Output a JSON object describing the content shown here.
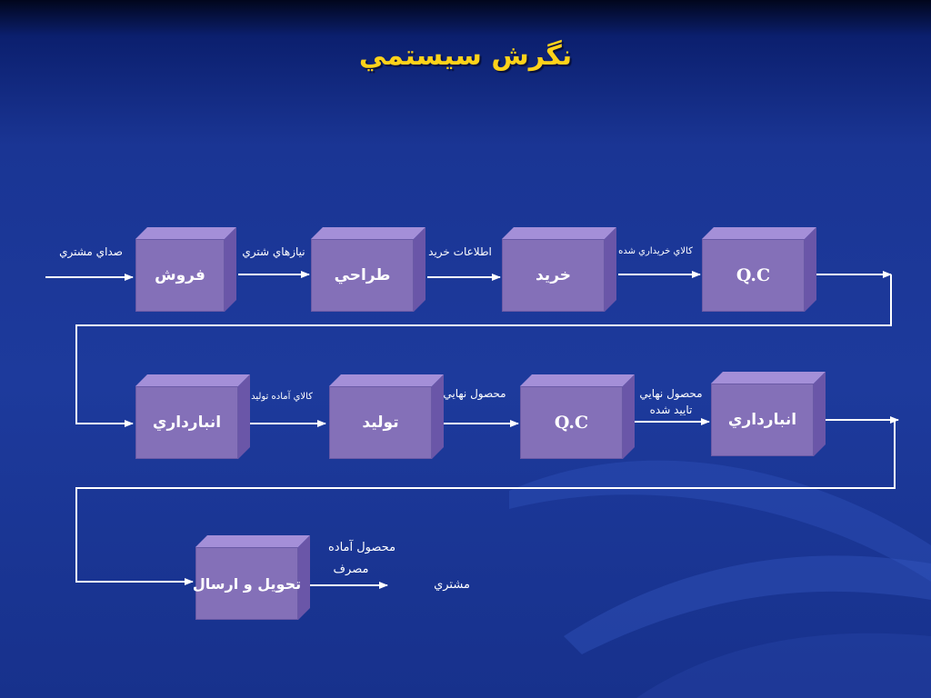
{
  "title": "نگرش سيستمي",
  "boxes": {
    "sales": "فروش",
    "design": "طراحي",
    "purchase": "خريد",
    "qc1": "Q.C",
    "warehouse_raw": "انبارداري",
    "production": "توليد",
    "qc2": "Q.C",
    "warehouse_final": "انبارداري",
    "delivery": "تحويل و ارسال"
  },
  "labels": {
    "customer_voice": "صداي مشتري",
    "customer_needs": "نيازهاي شتري",
    "purchase_info": "اطلاعات خريد",
    "purchased_goods": "كالاي خريداري شده",
    "goods_ready_production": "كالاي آماده توليد",
    "final_product": "محصول نهايي",
    "final_product_approved_line1": "محصول نهايي",
    "final_product_approved_line2": "تاييد شده",
    "product_ready_line1": "محصول آماده",
    "product_ready_line2": "مصرف",
    "customer": "مشتري"
  },
  "colors": {
    "box_face": "#8470b8",
    "box_top": "#a48fd8",
    "box_side": "#6a56a8",
    "title": "#ffd21a",
    "line": "#ffffff"
  }
}
